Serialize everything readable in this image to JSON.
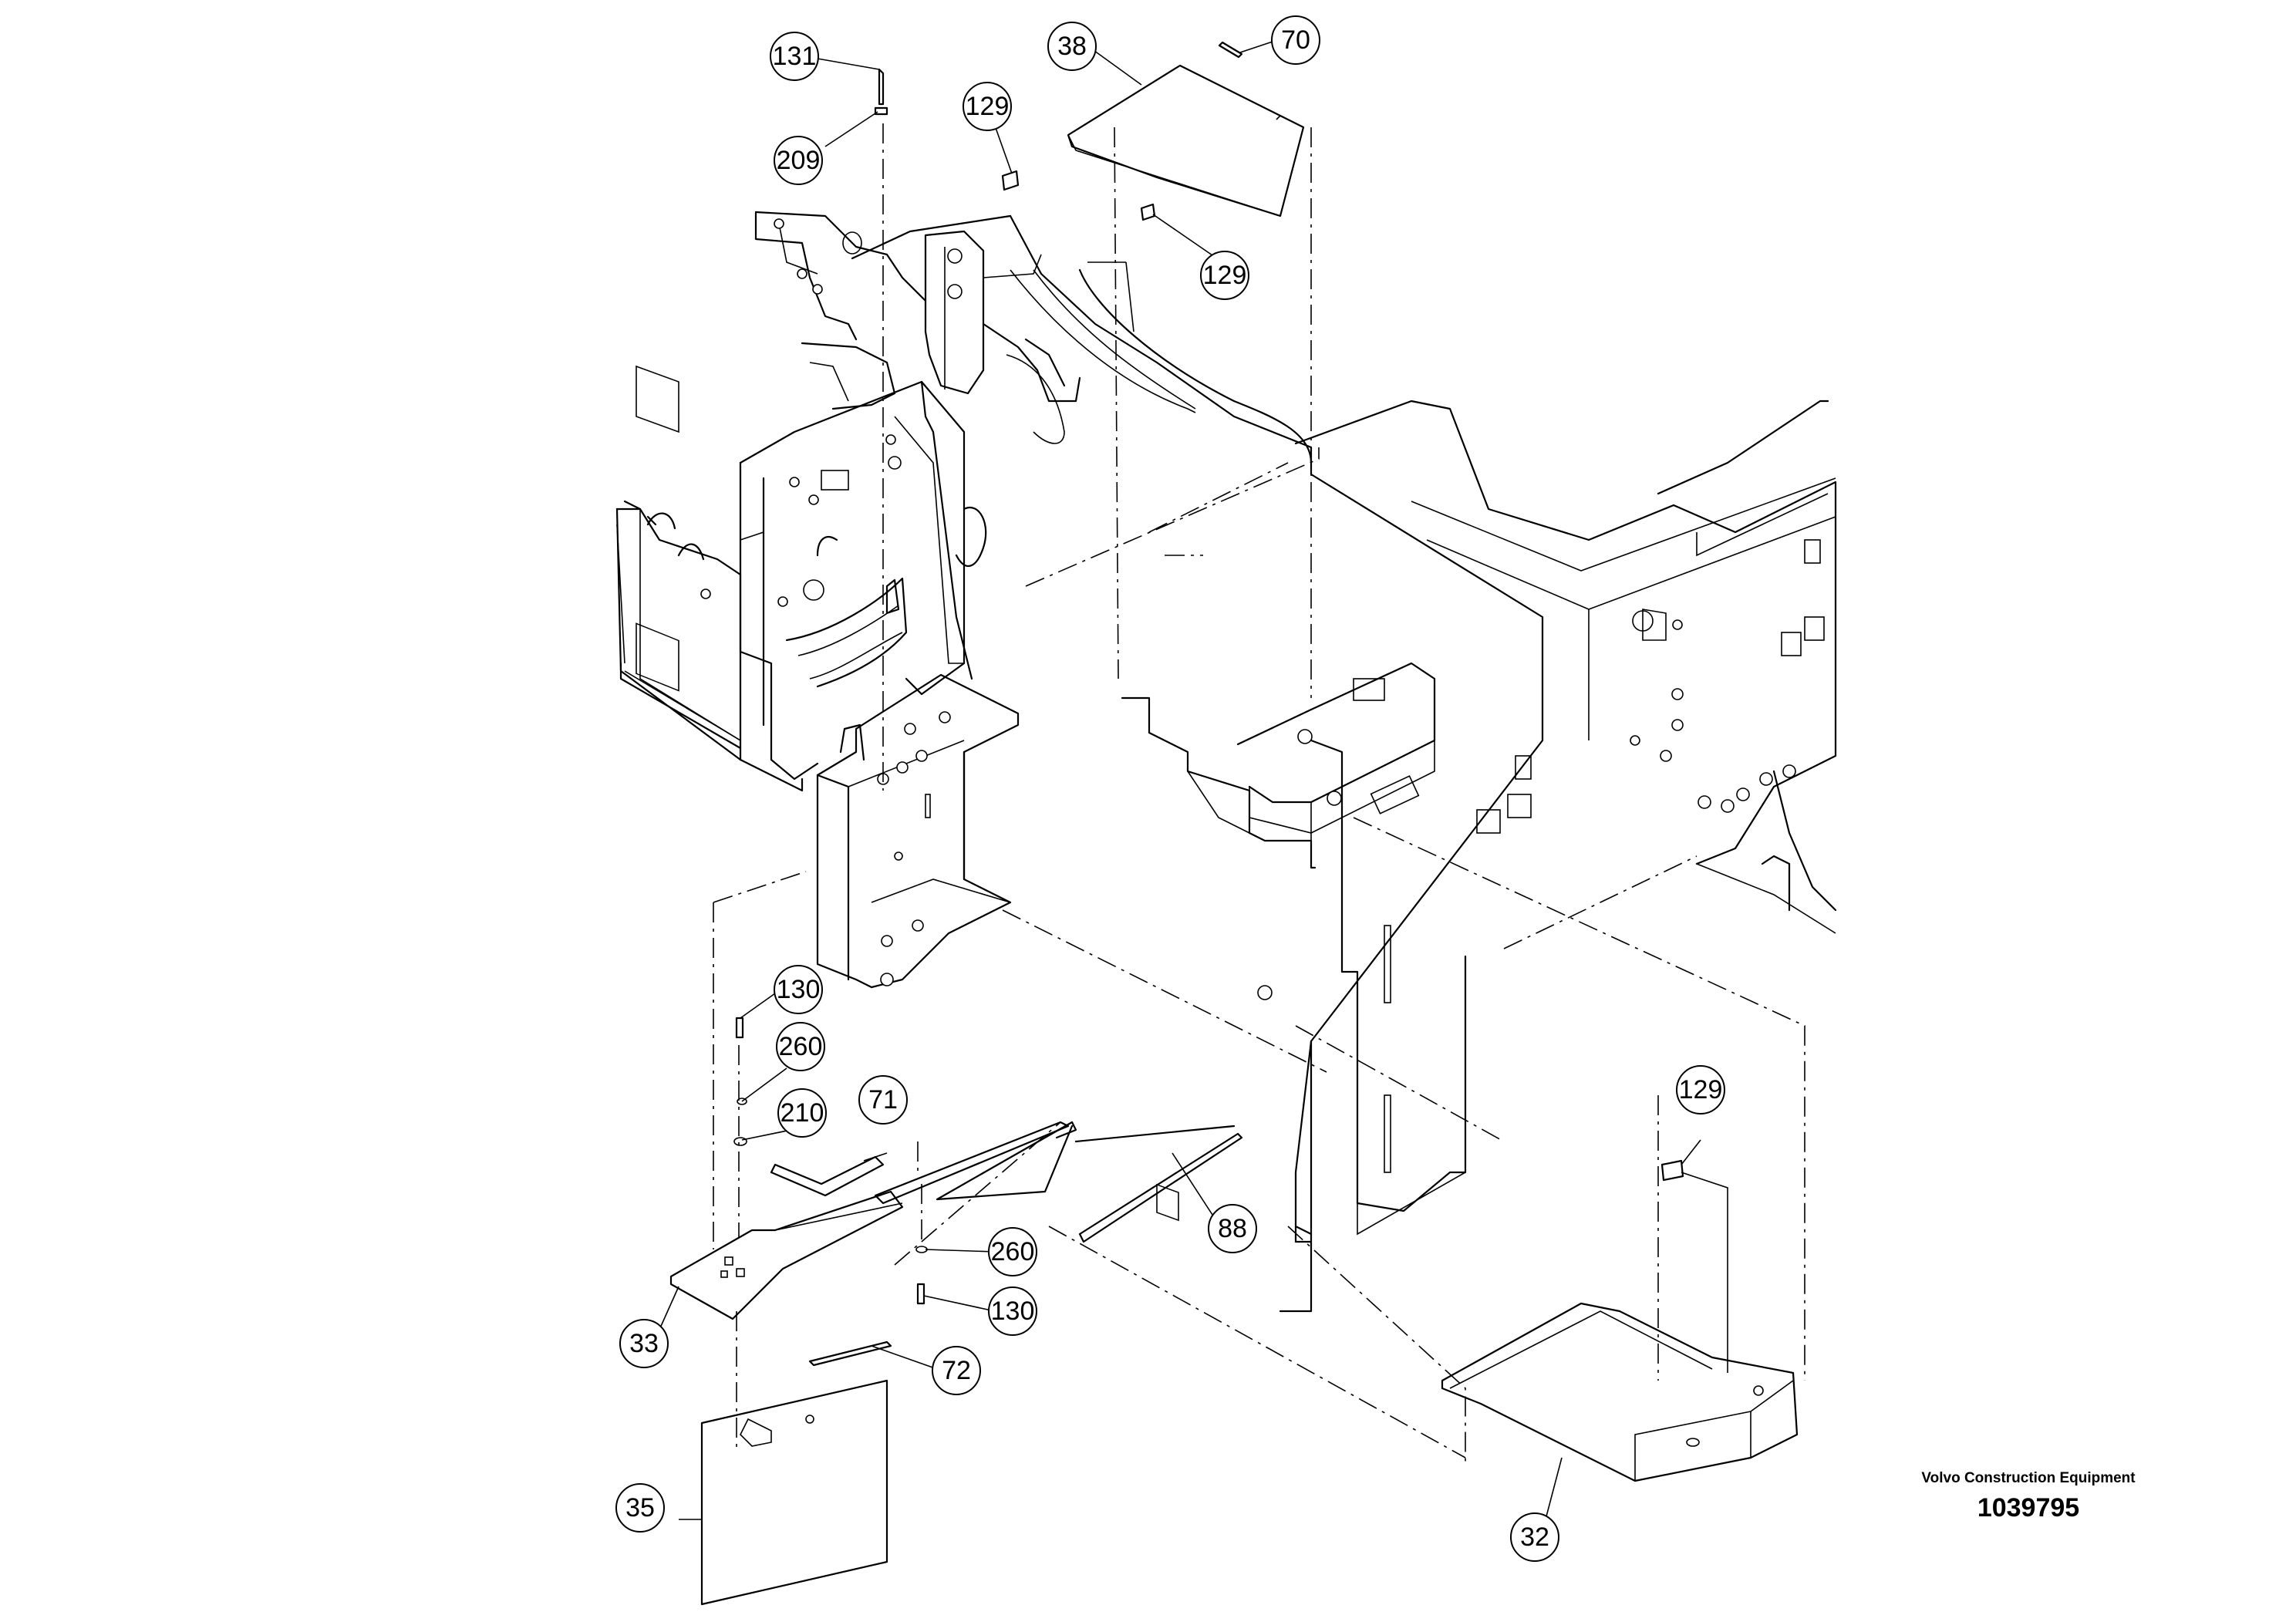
{
  "callouts": [
    "131",
    "38",
    "70",
    "129",
    "209",
    "129",
    "130",
    "260",
    "71",
    "210",
    "88",
    "260",
    "130",
    "33",
    "72",
    "35",
    "129",
    "32"
  ],
  "manufacturer": "Volvo Construction Equipment",
  "drawing_number": "1039795"
}
